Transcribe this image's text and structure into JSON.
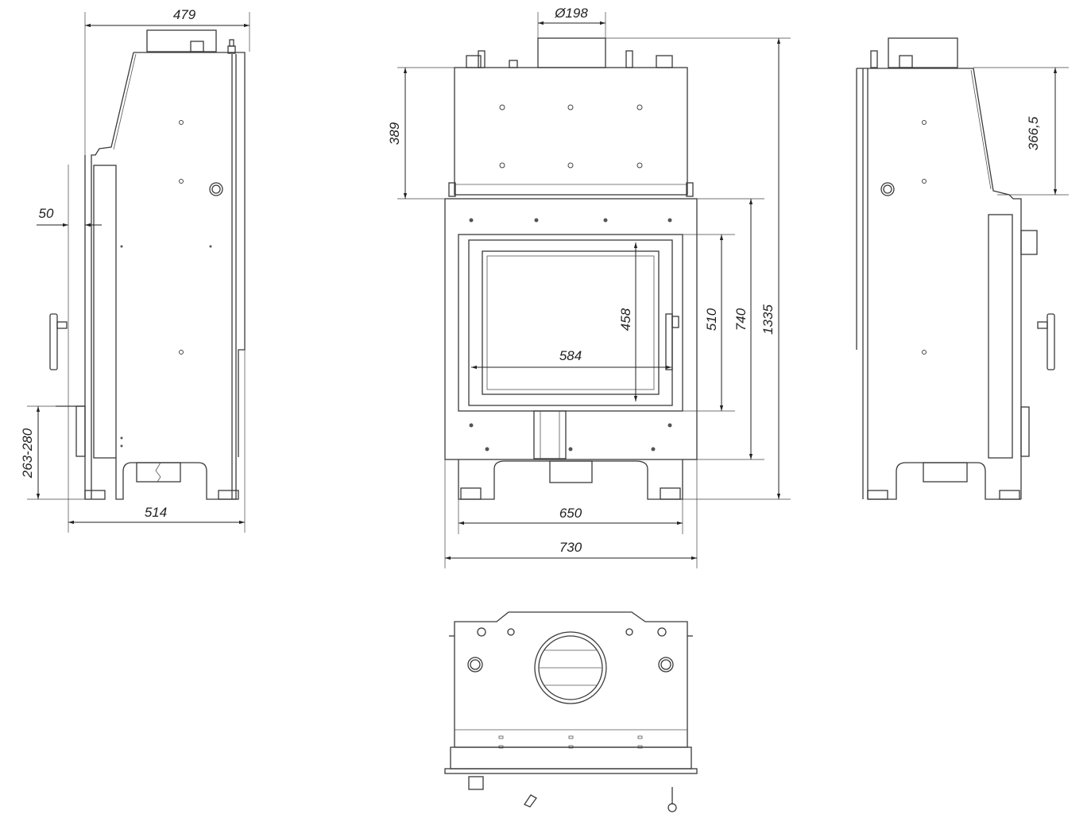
{
  "dimensions": {
    "side_left": {
      "depth_top": "479",
      "front_offset": "50",
      "leg_height": "263-280",
      "depth_bottom": "514"
    },
    "front": {
      "flue_diameter": "Ø198",
      "top_height": "389",
      "glass_height": "458",
      "glass_width": "584",
      "door_height": "510",
      "body_height": "740",
      "total_height": "1335",
      "inner_width": "650",
      "total_width": "730"
    },
    "side_right": {
      "top_height": "366,5"
    }
  }
}
